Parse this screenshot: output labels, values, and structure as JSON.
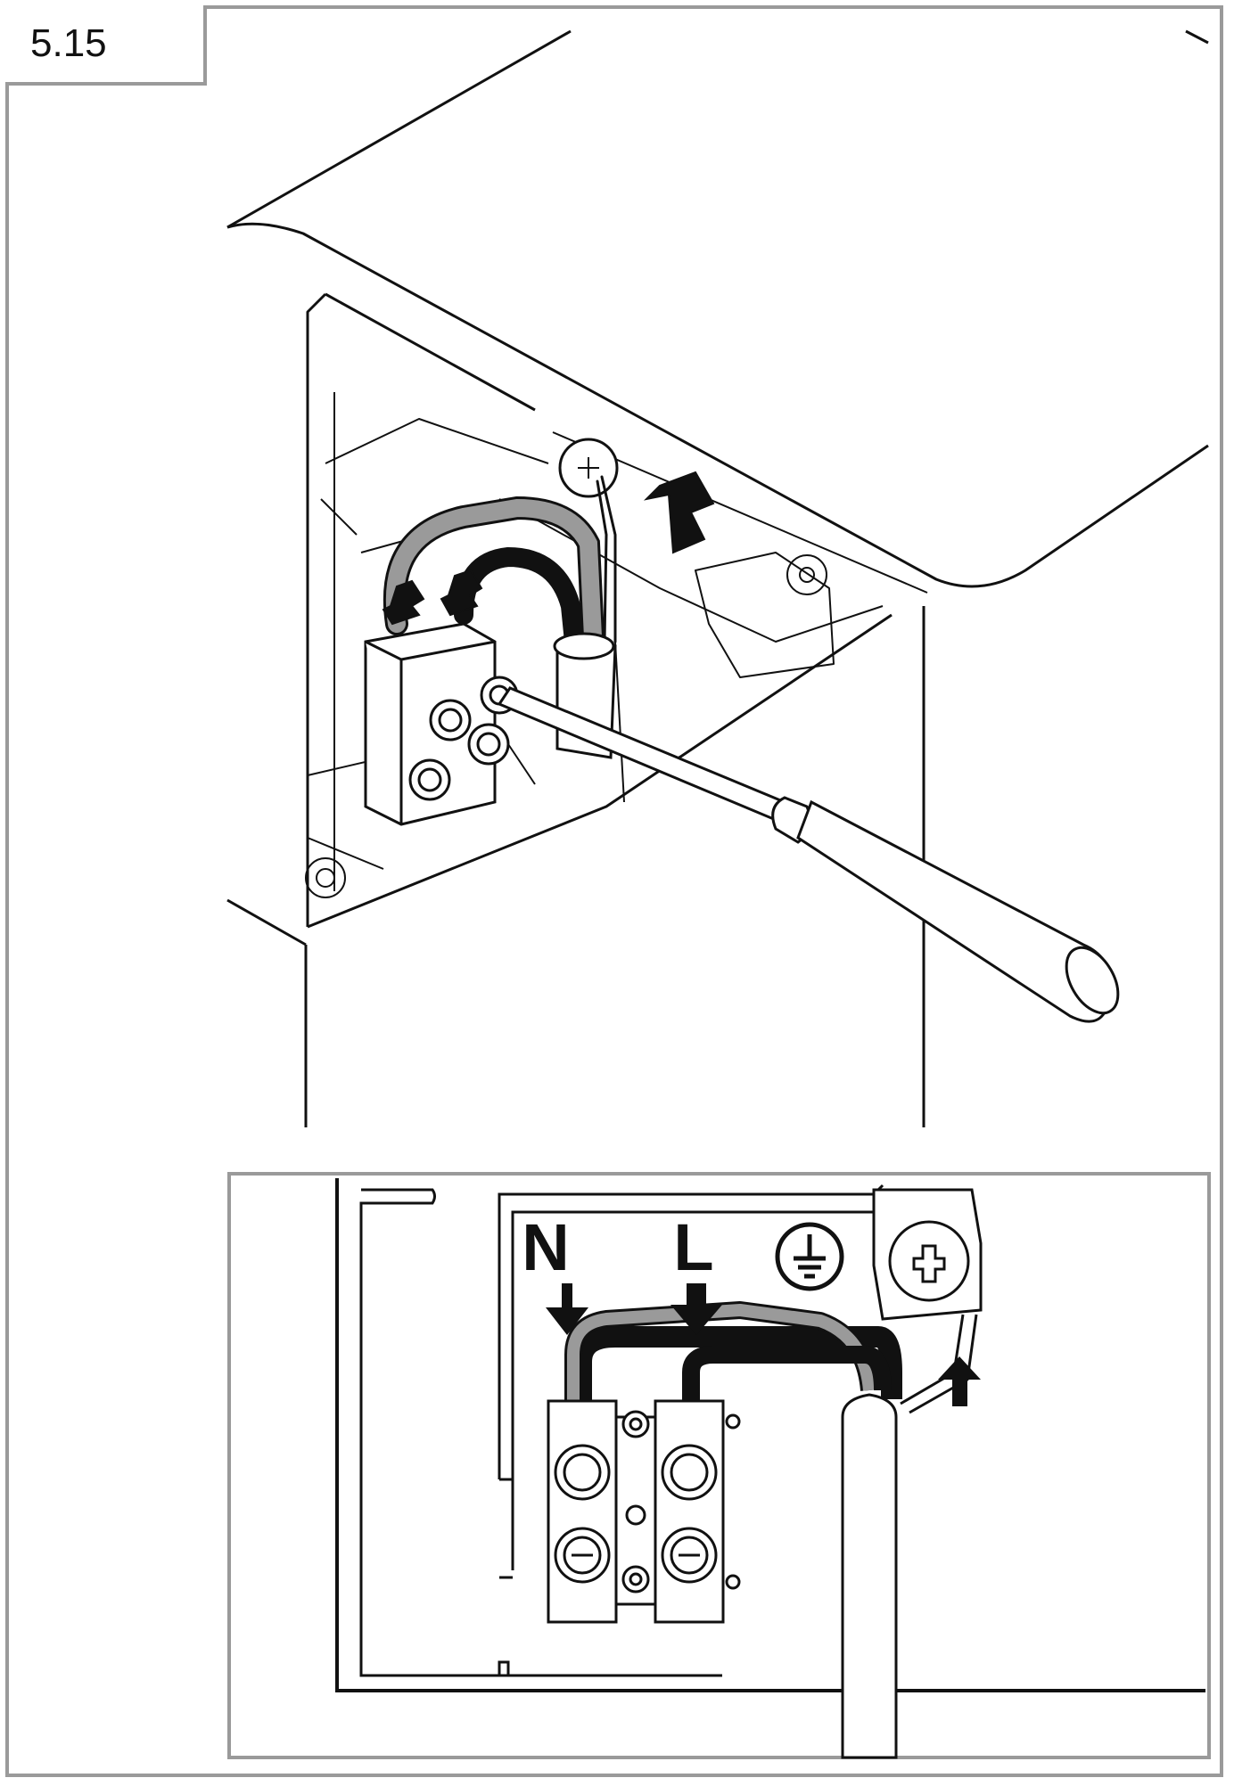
{
  "figure": {
    "number": "5.15"
  },
  "detail": {
    "neutral_label": "N",
    "live_label": "L",
    "earth_symbol": "earth-ground-icon"
  },
  "colors": {
    "frame": "#9a9a9a",
    "line": "#111111",
    "grey_wire": "#9a9a9a",
    "black_wire": "#111111"
  }
}
